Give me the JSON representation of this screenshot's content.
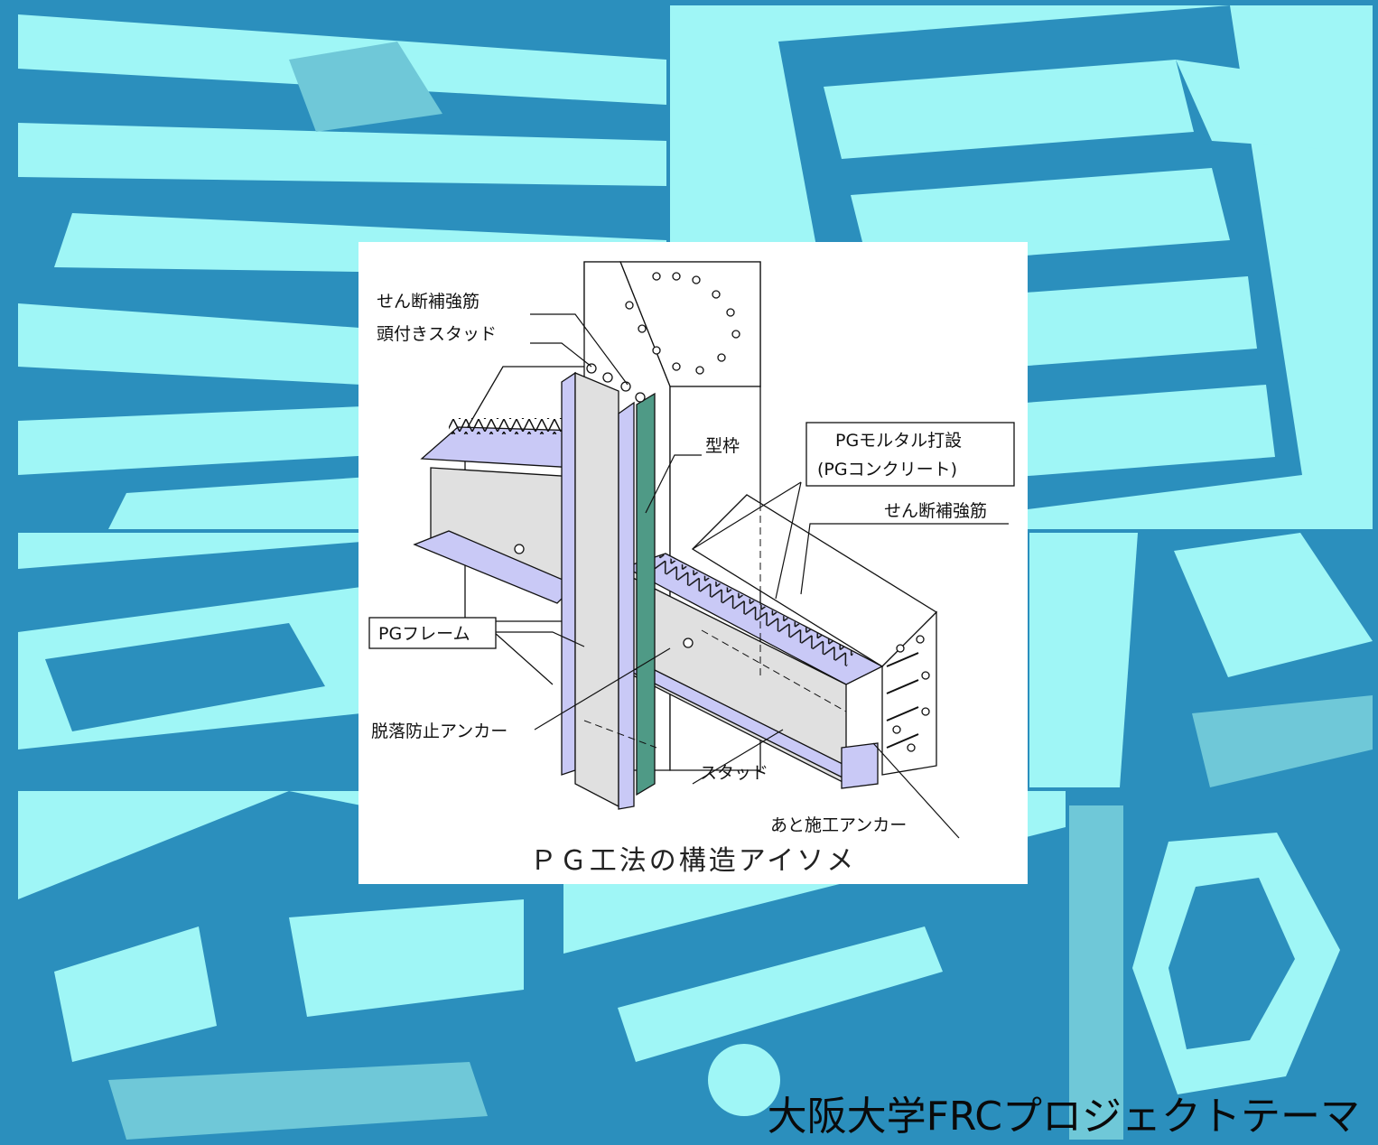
{
  "diagram": {
    "labels": {
      "shear_rebar_top": "せん断補強筋",
      "headed_stud": "頭付きスタッド",
      "formwork": "型枠",
      "mortar_line1": "PGモルタル打設",
      "mortar_line2": "(PGコンクリート)",
      "shear_rebar_right": "せん断補強筋",
      "pg_frame": "PGフレーム",
      "anti_fall_anchor": "脱落防止アンカー",
      "stud": "スタッド",
      "post_anchor": "あと施工アンカー"
    },
    "caption": "ＰＧ工法の構造アイソメ"
  },
  "footer": {
    "theme": "大阪大学FRCプロジェクトテーマ"
  },
  "colors": {
    "background_dark": "#2b8fbd",
    "background_light": "#9ff6f6",
    "flange_lavender": "#c9c9f6",
    "web_gray": "#e0e0e0",
    "formwork_green": "#4f9a86",
    "card": "#ffffff"
  }
}
